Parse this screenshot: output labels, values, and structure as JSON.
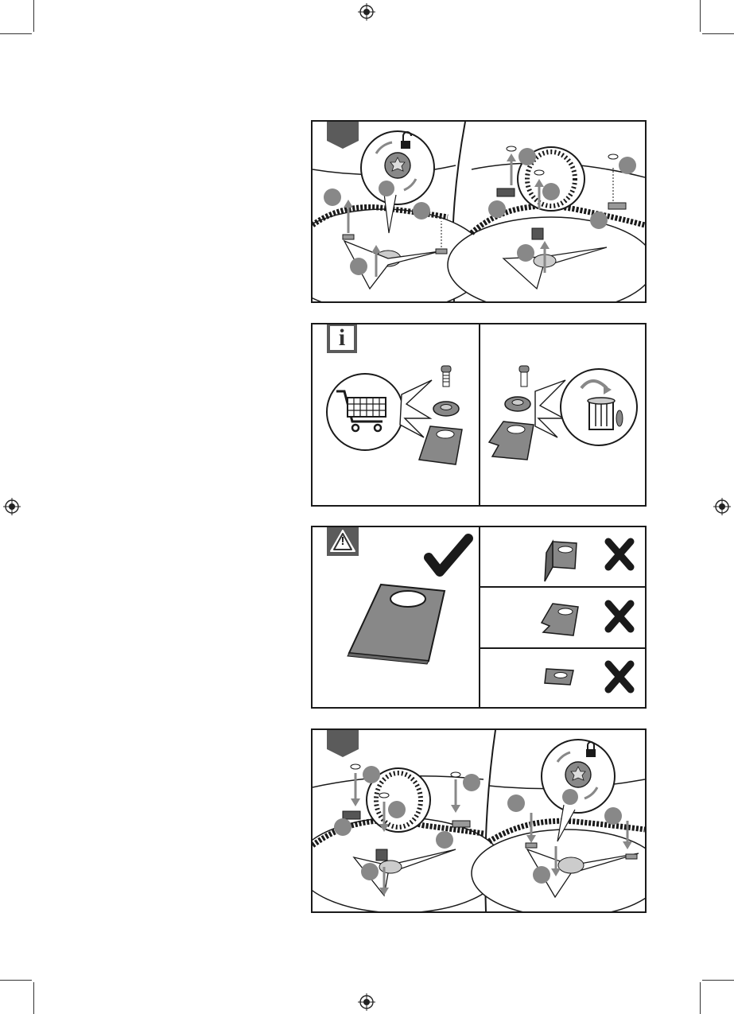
{
  "page": {
    "background": "#ffffff",
    "accent_gray": "#5b5b5b",
    "line_color": "#1a1a1a"
  },
  "panels": [
    {
      "id": "remove-blades",
      "step_marker": "down-arrow-tab",
      "icons": [
        "unlock-icon",
        "torx-screw-icon",
        "rotate-arrows-icon"
      ]
    },
    {
      "id": "info-replacement",
      "badge": "i",
      "icons": [
        "shopping-cart-icon",
        "trash-bin-icon",
        "screw-icon",
        "washer-icon",
        "blade-icon"
      ]
    },
    {
      "id": "warning-blade-condition",
      "badge": "!",
      "icons": [
        "check-mark-icon",
        "cross-mark-icon"
      ]
    },
    {
      "id": "install-blades",
      "step_marker": "down-arrow-tab",
      "icons": [
        "lock-icon",
        "torx-screw-icon",
        "rotate-arrows-icon"
      ]
    }
  ],
  "info_badge": "i",
  "warning_badge": "!"
}
